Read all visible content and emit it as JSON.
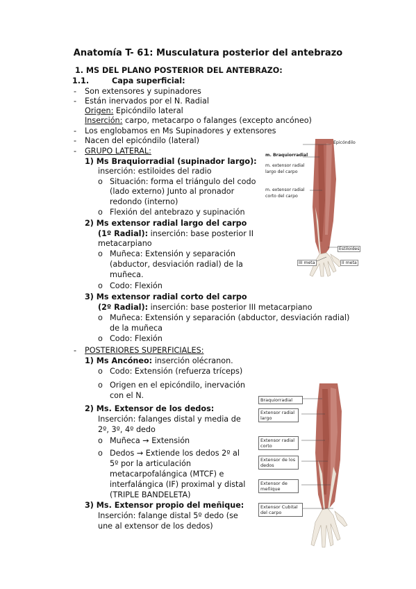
{
  "title": "Anatomía T- 61: Musculatura posterior del antebrazo",
  "h1": "1.  MS DEL PLANO POSTERIOR DEL ANTEBRAZO:",
  "h2_num": "1.1.",
  "h2": "Capa superficial:",
  "dash": "-",
  "bullet": "o",
  "lines": {
    "l1": "Son extensores y supinadores",
    "l2": "Están inervados por el N. Radial",
    "l3a": "Origen:",
    "l3b": " Epicóndilo lateral",
    "l4a": "Inserción:",
    "l4b": " carpo, metacarpo o falanges (excepto ancóneo)",
    "l5": "Los englobamos en Ms Supinadores y extensores",
    "l6": "Nacen del epicóndilo (lateral)",
    "l7": "GRUPO LATERAL:",
    "m1a": "1)  Ms Braquiorradial (supinador largo):",
    "m1b": "inserción: estiloides del radio",
    "m1c": "Situación: forma el triángulo del codo",
    "m1d": "(lado externo) Junto al pronador",
    "m1e": "redondo (interno)",
    "m1f": "Flexión del antebrazo y supinación",
    "m2a": "2)  Ms extensor radial largo del carpo",
    "m2b1": "(1º Radial):",
    "m2b2": " inserción: base posterior II",
    "m2c": "metacarpiano",
    "m2d": "Muñeca: Extensión y separación",
    "m2e": "(abductor, desviación radial) de la",
    "m2f": "muñeca.",
    "m2g": "Codo: Flexión",
    "m3a": "3)  Ms extensor radial corto del carpo",
    "m3b1": "(2º Radial):",
    "m3b2": " inserción: base posterior III metacarpiano",
    "m3c": "Muñeca: Extensión y separación (abductor, desviación radial)",
    "m3d": "de la muñeca",
    "m3e": "Codo: Flexión",
    "p0": "POSTERIORES SUPERFICIALES:",
    "p1a": "1)  Ms Ancóneo:",
    "p1b": " inserción olécranon.",
    "p1c": "Codo: Extensión (refuerza tríceps)",
    "p1d": "Origen en el epicóndilo, inervación",
    "p1e": "con el N.",
    "p2a": "2)  Ms. Extensor de los dedos:",
    "p2b": "Inserción: falanges distal y media de",
    "p2c": "2º, 3º, 4º dedo",
    "p2d": "Muñeca → Extensión",
    "p2e": "Dedos → Extiende los dedos 2º al",
    "p2f": "5º por la articulación",
    "p2g": "metacarpofalángica (MTCF) e",
    "p2h": "interfalángica (IF) proximal y distal",
    "p2i": "(TRIPLE BANDELETA)",
    "p3a": "3)  Ms. Extensor propio del meñique:",
    "p3b": "Inserción: falange distal 5º dedo (se",
    "p3c": "une al extensor de los dedos)"
  },
  "fig1": {
    "epicondilo": "Epicóndilo",
    "braquio": "m. Braquiorradial",
    "erl1": "m. extensor radial",
    "erl2": "largo del carpo",
    "erc1": "m. extensor radial",
    "erc2": "corto del carpo",
    "estiloides": "Estiloides",
    "iiimeta": "III meta",
    "iimeta": "II meta"
  },
  "fig2": {
    "braquio": "Braquiorradial",
    "erl": "Extensor radial largo",
    "erc": "Extensor radial corto",
    "ed": "Extensor de los dedos",
    "em": "Extensor de meñique",
    "ecu": "Extensor Cubital del carpo"
  },
  "colors": {
    "muscle": "#b86a5e",
    "tendon": "#e9e2d6",
    "bone": "#efe9df"
  }
}
